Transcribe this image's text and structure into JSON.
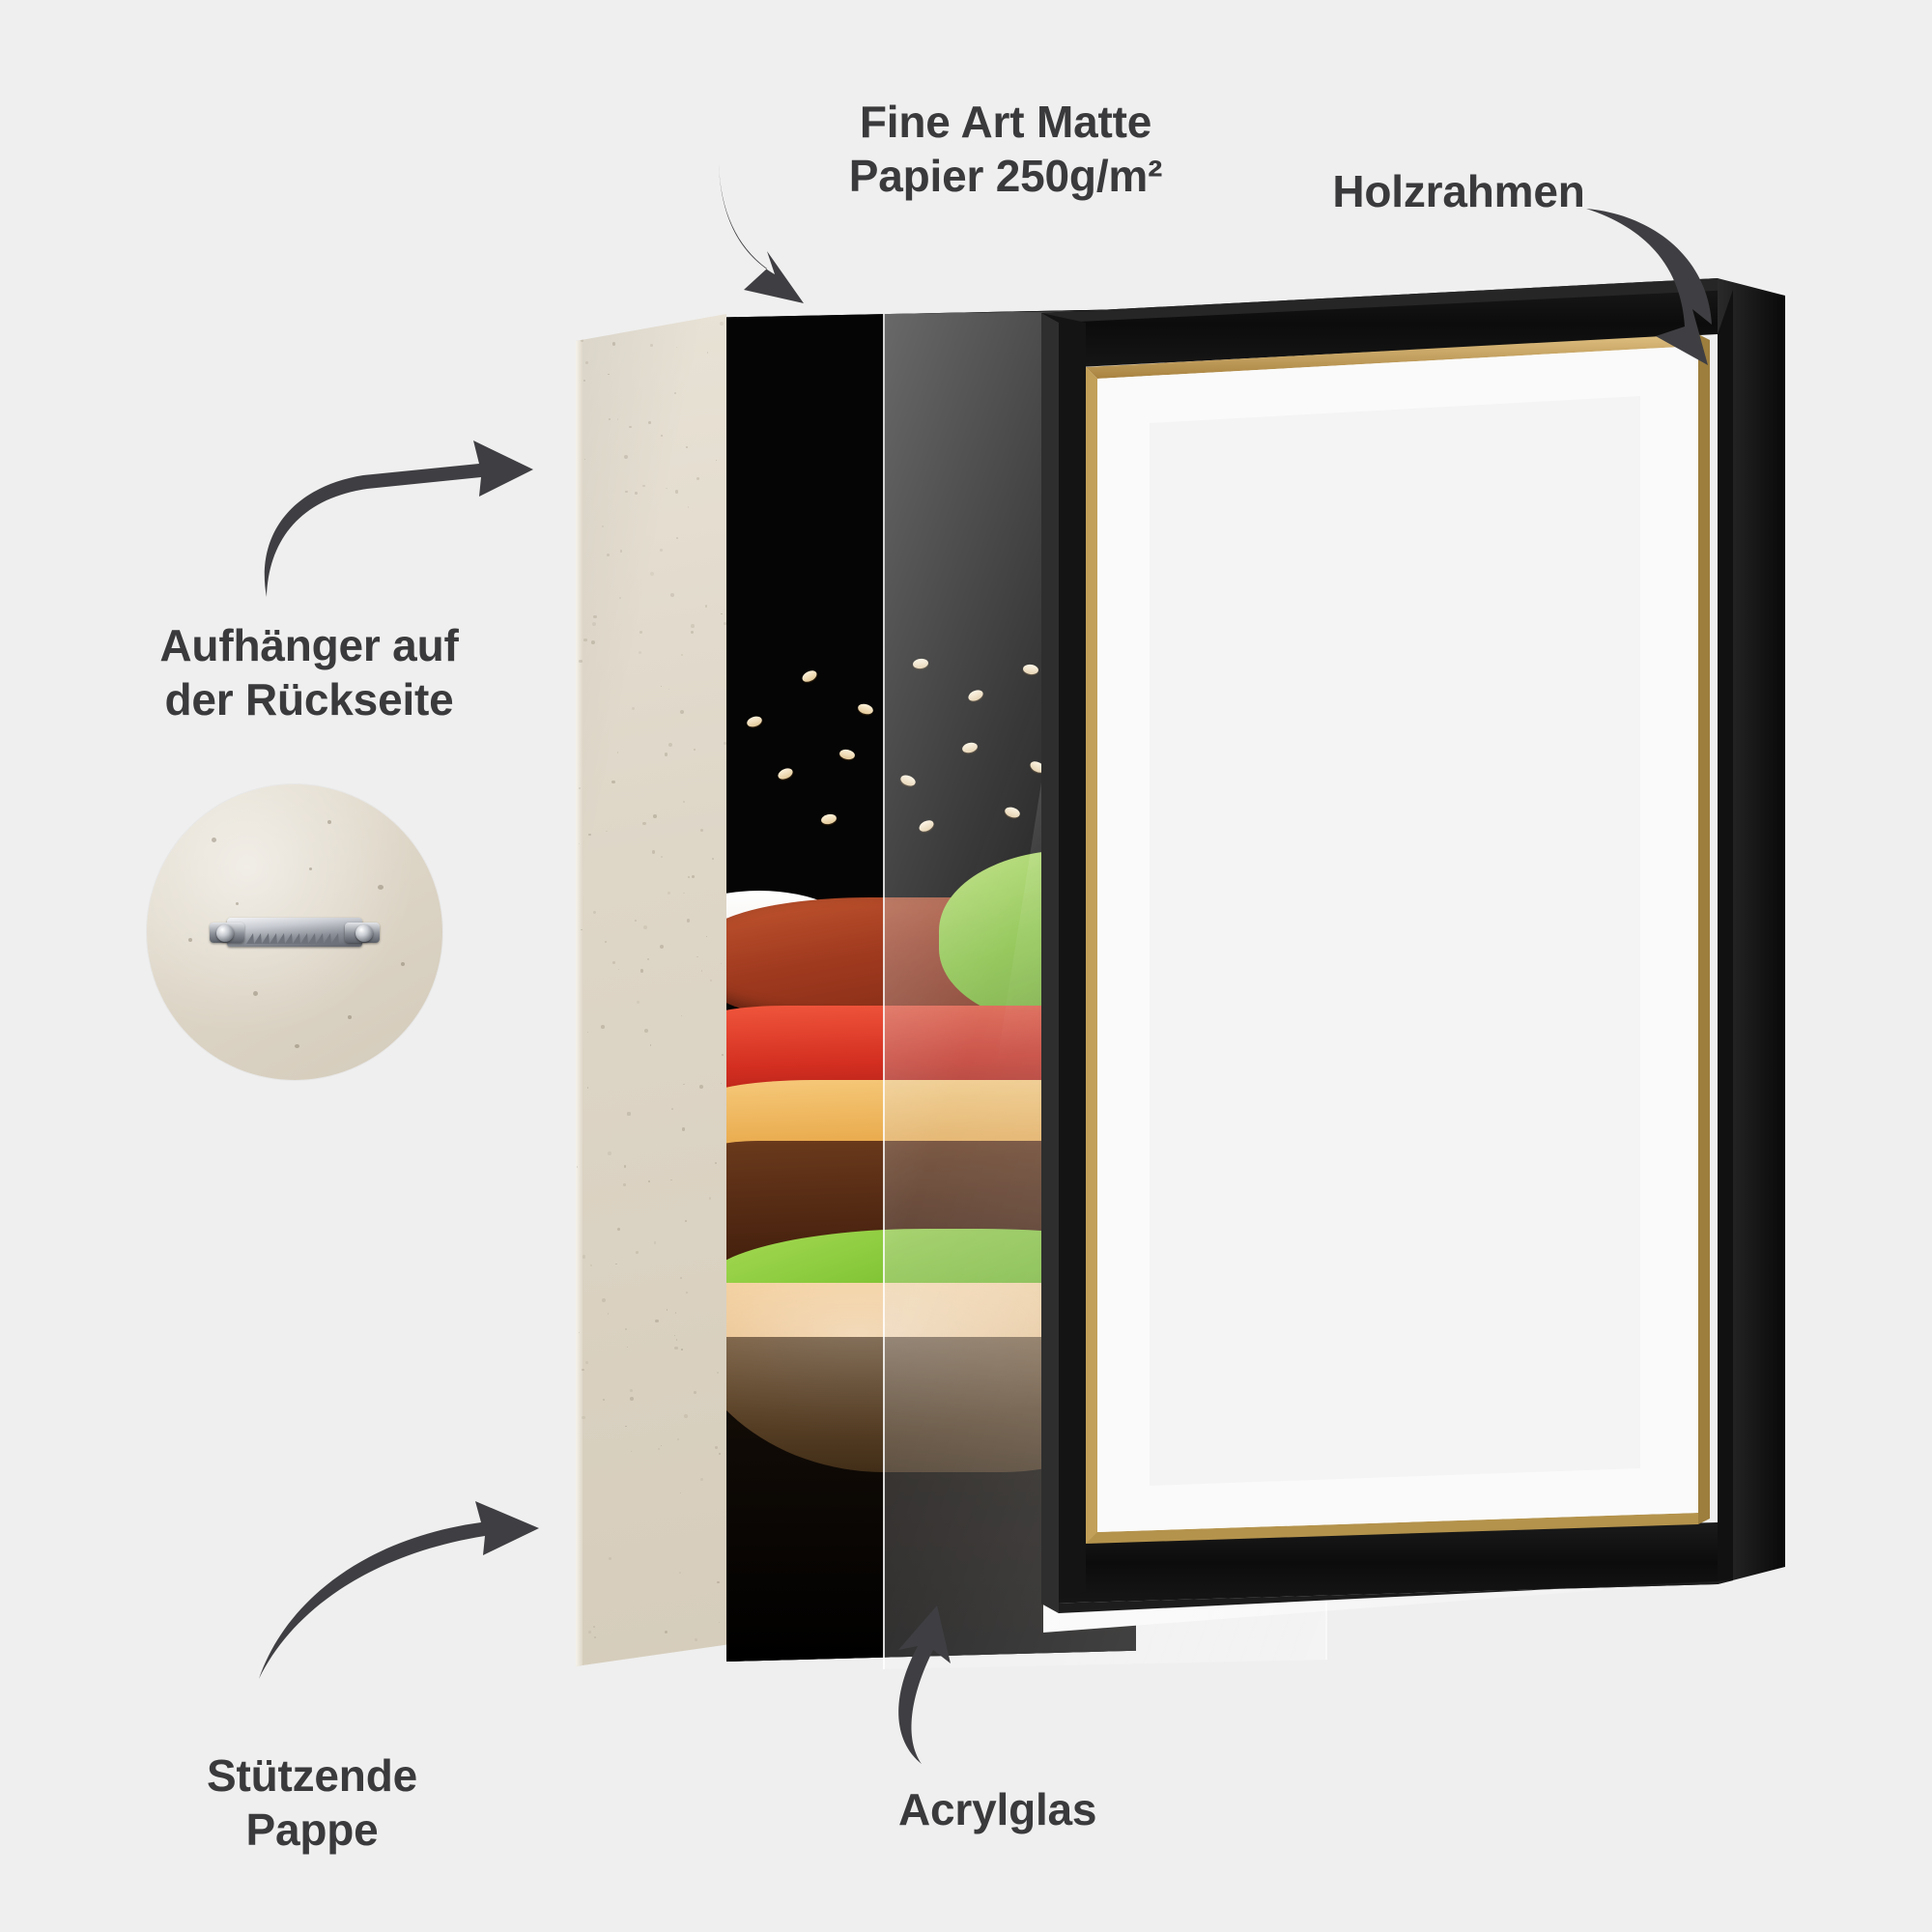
{
  "background_color": "#efefef",
  "text_color": "#3a3a3c",
  "labels": {
    "paper": "Fine Art Matte\nPapier 250g/m²",
    "frame": "Holzrahmen",
    "hanger": "Aufhänger auf\nder Rückseite",
    "cardboard": "Stützende\nPappe",
    "acrylic": "Acrylglas"
  },
  "layers": [
    {
      "id": "cardboard",
      "name": "Stützende Pappe",
      "color": "#ded6c7"
    },
    {
      "id": "print",
      "name": "Fine Art Matte Papier 250g/m²",
      "color": "#050505"
    },
    {
      "id": "acrylic",
      "name": "Acrylglas",
      "color": "#ffffff"
    },
    {
      "id": "mat",
      "name": "Passepartout",
      "color": "#fafafa"
    },
    {
      "id": "frame",
      "name": "Holzrahmen",
      "color": "#0d0d0d",
      "accent": "#c8a45c"
    }
  ],
  "artwork": {
    "subject": "cheeseburger",
    "background": "#050505",
    "elements": [
      "sesame-bun-top",
      "onion",
      "bacon",
      "lettuce",
      "tomato",
      "cheese",
      "beef-patty",
      "bun-bottom"
    ]
  },
  "hanger_detail": {
    "surface": "cardboard",
    "hardware": "sawtooth-hanger",
    "hardware_color": "#8d9199",
    "surface_color": "#ddd5c6"
  },
  "arrows": [
    {
      "id": "arrow-to-print",
      "from": "paper-label",
      "to": "print-layer"
    },
    {
      "id": "arrow-to-frame",
      "from": "frame-label",
      "to": "frame-top"
    },
    {
      "id": "arrow-to-cardboard-top",
      "from": "hanger-label",
      "to": "cardboard-layer"
    },
    {
      "id": "arrow-to-cardboard-bottom",
      "from": "cardboard-label",
      "to": "cardboard-layer"
    },
    {
      "id": "arrow-to-acrylic",
      "from": "acrylic-label",
      "to": "acrylic-layer"
    }
  ]
}
